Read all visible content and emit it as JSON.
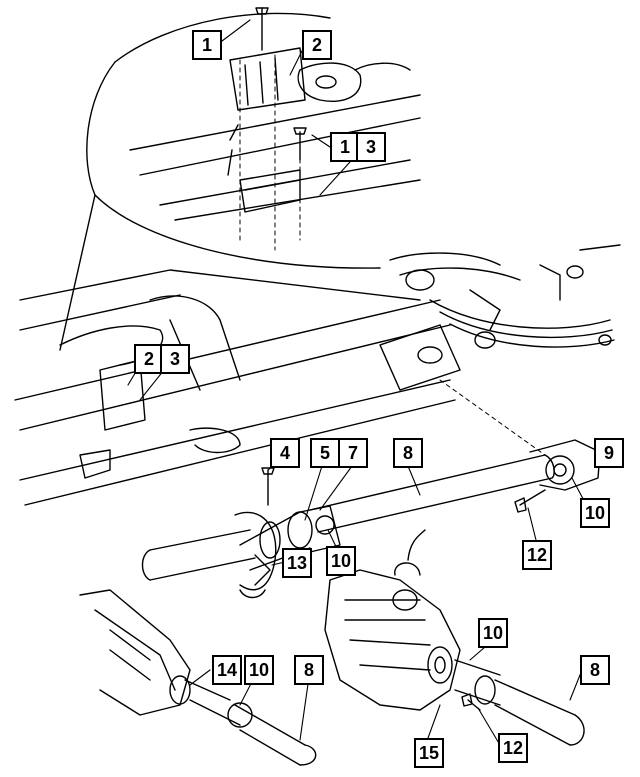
{
  "diagram": {
    "callouts": [
      {
        "id": "c1a",
        "label": "1"
      },
      {
        "id": "c2a",
        "label": "2"
      },
      {
        "id": "c1b",
        "label": "1"
      },
      {
        "id": "c3a",
        "label": "3"
      },
      {
        "id": "c2b",
        "label": "2"
      },
      {
        "id": "c3b",
        "label": "3"
      },
      {
        "id": "c4",
        "label": "4"
      },
      {
        "id": "c5",
        "label": "5"
      },
      {
        "id": "c7",
        "label": "7"
      },
      {
        "id": "c8a",
        "label": "8"
      },
      {
        "id": "c9",
        "label": "9"
      },
      {
        "id": "c10a",
        "label": "10"
      },
      {
        "id": "c10b",
        "label": "10"
      },
      {
        "id": "c12a",
        "label": "12"
      },
      {
        "id": "c13",
        "label": "13"
      },
      {
        "id": "c10c",
        "label": "10"
      },
      {
        "id": "c14",
        "label": "14"
      },
      {
        "id": "c10d",
        "label": "10"
      },
      {
        "id": "c8b",
        "label": "8"
      },
      {
        "id": "c8c",
        "label": "8"
      },
      {
        "id": "c15",
        "label": "15"
      },
      {
        "id": "c12b",
        "label": "12"
      }
    ]
  }
}
